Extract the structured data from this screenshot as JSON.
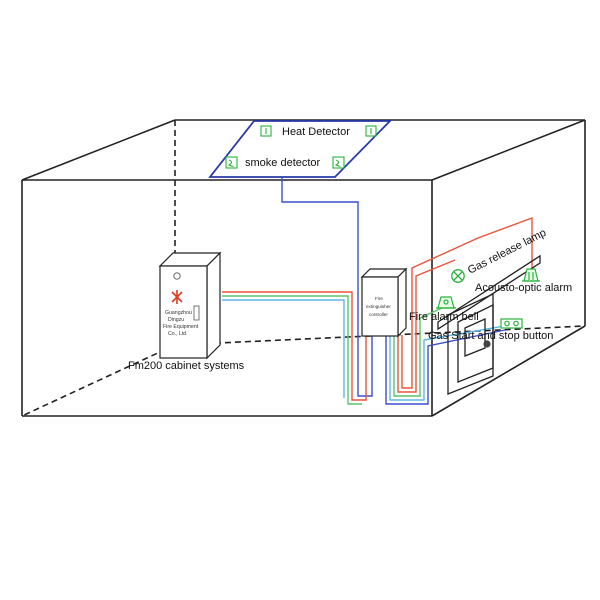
{
  "diagram": {
    "labels": {
      "heat_detector": "Heat Detector",
      "smoke_detector": "smoke detector",
      "cabinet_system": "Fm200 cabinet systems",
      "gas_release_lamp": "Gas release lamp",
      "acousto_optic_alarm": "Acousto-optic alarm",
      "fire_alarm_bell": "Fire alarm bell",
      "gas_start_stop_button": "Gas Start and stop button"
    },
    "cabinet_plate": {
      "line1": "Guangzhou",
      "line2": "Dingzu",
      "line3": "Fire Equipment",
      "line4": "Co., Ltd."
    },
    "controller_plate": {
      "line1": "Fire",
      "line2": "extinguisher",
      "line3": "controller"
    },
    "colors": {
      "room_outline": "#222222",
      "ceiling_panel": "#2a3aa8",
      "signal_wire": "#3b4fd0",
      "power_wire": "#e8553a",
      "green_wire": "#5cc46a",
      "cyan_wire": "#5ab8e6",
      "device_green": "#28b43c",
      "cabinet_logo": "#e03a20"
    },
    "icons": {
      "heat_detector": "heat-detector-icon",
      "smoke_detector": "smoke-detector-icon",
      "gas_release_lamp": "lamp-icon",
      "acousto_optic_alarm": "alarm-siren-icon",
      "fire_alarm_bell": "bell-icon",
      "gas_button": "button-icon"
    }
  }
}
